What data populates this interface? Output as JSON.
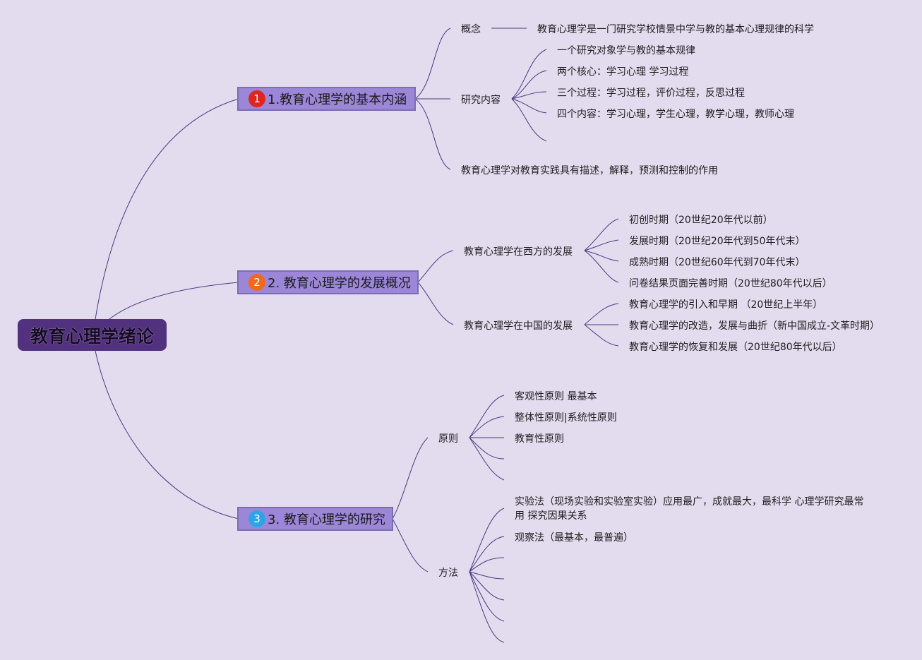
{
  "root": "教育心理学绪论",
  "colors": {
    "background": "#e3dbee",
    "root": "#52317e",
    "branch": "#9b86d8",
    "line": "#4a3a80",
    "badge1": "#e0251c",
    "badge2": "#ee6a1e",
    "badge3": "#2ea4e8"
  },
  "branches": [
    {
      "badge": "1",
      "label": "1.教育心理学的基本内涵",
      "concept": {
        "label": "概念",
        "text": "教育心理学是一门研究学校情景中学与教的基本心理规律的科学"
      },
      "research": {
        "label": "研究内容",
        "items": [
          "一个研究对象学与教的基本规律",
          "两个核心：学习心理 学习过程",
          "三个过程：学习过程，评价过程，反思过程",
          "四个内容：学习心理，学生心理，教学心理，教师心理"
        ]
      },
      "role": "教育心理学对教育实践具有描述，解释，预测和控制的作用"
    },
    {
      "badge": "2",
      "label": "2. 教育心理学的发展概况",
      "west": {
        "label": "教育心理学在西方的发展",
        "items": [
          "初创时期（20世纪20年代以前）",
          "发展时期（20世纪20年代到50年代末）",
          "成熟时期（20世纪60年代到70年代末）",
          "问卷结果页面完善时期（20世纪80年代以后）"
        ]
      },
      "china": {
        "label": "教育心理学在中国的发展",
        "items": [
          "教育心理学的引入和早期 （20世纪上半年）",
          "教育心理学的改造，发展与曲折（新中国成立-文革时期）",
          "教育心理学的恢复和发展（20世纪80年代以后）"
        ]
      }
    },
    {
      "badge": "3",
      "label": "3. 教育心理学的研究",
      "principles": {
        "label": "原则",
        "items": [
          "客观性原则 最基本",
          "整体性原则|系统性原则",
          "教育性原则"
        ]
      },
      "methods": {
        "label": "方法",
        "items": [
          "实验法（现场实验和实验室实验）应用最广，成就最大，最科学 心理学研究最常用 探究因果关系",
          "观察法（最基本，最普遍）"
        ]
      }
    }
  ]
}
